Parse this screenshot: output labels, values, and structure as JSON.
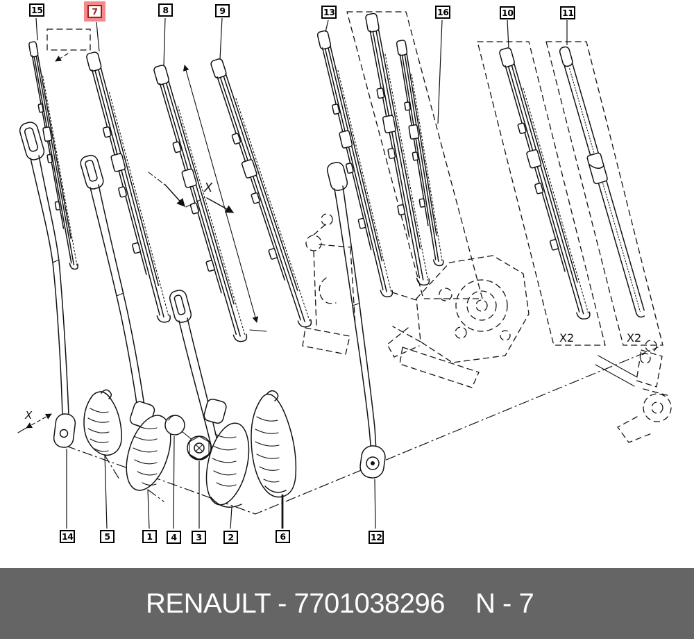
{
  "diagram": {
    "callouts": [
      {
        "label": "15",
        "selected": false
      },
      {
        "label": "7",
        "selected": true
      },
      {
        "label": "8",
        "selected": false
      },
      {
        "label": "9",
        "selected": false
      },
      {
        "label": "13",
        "selected": false
      },
      {
        "label": "16",
        "selected": false
      },
      {
        "label": "10",
        "selected": false
      },
      {
        "label": "11",
        "selected": false
      },
      {
        "label": "14",
        "selected": false
      },
      {
        "label": "5",
        "selected": false
      },
      {
        "label": "1",
        "selected": false
      },
      {
        "label": "4",
        "selected": false
      },
      {
        "label": "3",
        "selected": false
      },
      {
        "label": "2",
        "selected": false
      },
      {
        "label": "6",
        "selected": false
      },
      {
        "label": "12",
        "selected": false
      }
    ],
    "annotations": {
      "quantity_left": "X2",
      "quantity_right": "X2",
      "dimension_mid": "X",
      "dimension_bottom": "X"
    }
  },
  "footer": {
    "title": "RENAULT - 7701038296",
    "page": "N - 7"
  },
  "colors": {
    "selected_highlight": "#f4898b",
    "selected_ink": "#9c1f1f",
    "footer_bg": "#656565",
    "footer_text": "#ffffff",
    "line_ink": "#111111"
  }
}
